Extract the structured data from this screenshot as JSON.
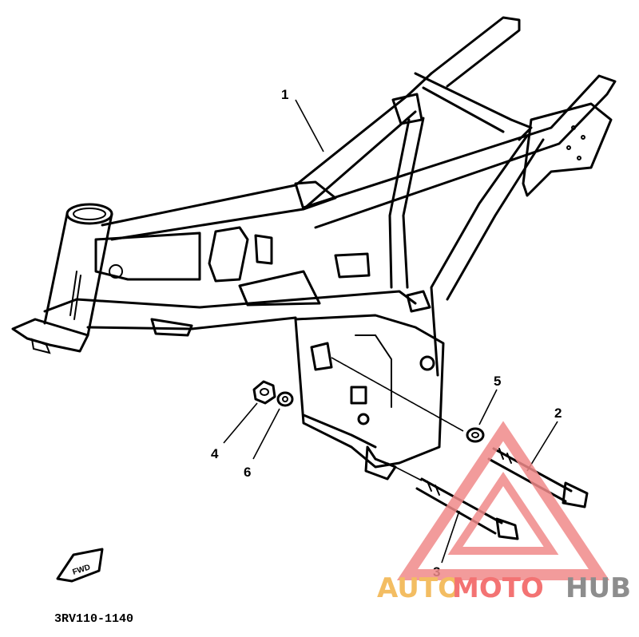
{
  "diagram_code": "3RV110-1140",
  "fwd_label": "FWD",
  "callouts": [
    "1",
    "2",
    "3",
    "4",
    "5",
    "6"
  ],
  "watermark": {
    "part1": "AUTO",
    "part2": "MOTO",
    "part3": "HUB",
    "colors": {
      "auto": "#f2b247",
      "moto": "#f25b5b",
      "hub": "#7a7a7a",
      "triangle": "#f08a8a"
    }
  }
}
